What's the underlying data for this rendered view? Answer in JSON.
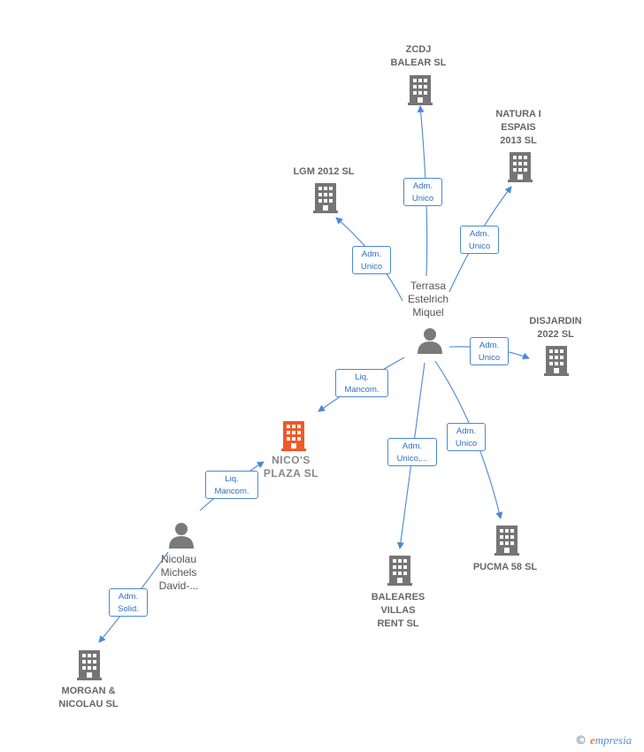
{
  "colors": {
    "edge": "#4a88d6",
    "company_icon": "#757575",
    "focus_icon": "#f05a28",
    "person_icon": "#7a7a7a"
  },
  "nodes": {
    "zcdj": {
      "label": [
        "ZCDJ",
        "BALEAR SL"
      ],
      "icon": "building-icon"
    },
    "natura": {
      "label": [
        "NATURA I",
        "ESPAIS",
        "2013 SL"
      ],
      "icon": "building-icon"
    },
    "lgm": {
      "label": [
        "LGM 2012 SL"
      ],
      "icon": "building-icon"
    },
    "terrasa": {
      "label": [
        "Terrasa",
        "Estelrich",
        "Miquel"
      ],
      "icon": "person-icon"
    },
    "disjardin": {
      "label": [
        "DISJARDIN",
        "2022  SL"
      ],
      "icon": "building-icon"
    },
    "nicos": {
      "label": [
        "NICO'S",
        "PLAZA SL"
      ],
      "icon": "building-icon"
    },
    "baleares": {
      "label": [
        "BALEARES",
        "VILLAS",
        "RENT SL"
      ],
      "icon": "building-icon"
    },
    "pucma": {
      "label": [
        "PUCMA 58 SL"
      ],
      "icon": "building-icon"
    },
    "nicolau": {
      "label": [
        "Nicolau",
        "Michels",
        "David-..."
      ],
      "icon": "person-icon"
    },
    "morgan": {
      "label": [
        "MORGAN &",
        "NICOLAU  SL"
      ],
      "icon": "building-icon"
    }
  },
  "edges": {
    "to_zcdj": [
      "Adm.",
      "Unico"
    ],
    "to_natura": [
      "Adm.",
      "Unico"
    ],
    "to_lgm": [
      "Adm.",
      "Unico"
    ],
    "to_disjardin": [
      "Adm.",
      "Unico"
    ],
    "to_nicos_from_terrasa": [
      "Liq.",
      "Mancom."
    ],
    "to_baleares": [
      "Adm.",
      "Unico,..."
    ],
    "to_pucma": [
      "Adm.",
      "Unico"
    ],
    "to_nicos_from_nicolau": [
      "Liq.",
      "Mancom."
    ],
    "to_morgan": [
      "Adm.",
      "Solid."
    ]
  },
  "brand": {
    "copyright": "©",
    "initial": "e",
    "rest": "mpresia"
  }
}
